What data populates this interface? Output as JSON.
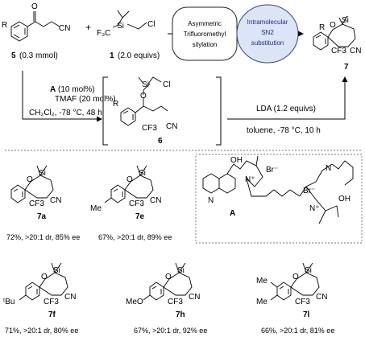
{
  "scheme": {
    "reactant_ketone": {
      "substituent": "R",
      "group": "CN",
      "label": "5",
      "amount": "(0.3 mmol)"
    },
    "plus": "+",
    "reagent": {
      "group_left": "F₃C",
      "atom": "Si",
      "group_right": "Cl",
      "label": "1",
      "amount": "(2.0 equivs)"
    },
    "box_left": {
      "line1": "Asymmetric",
      "line2": "Trifluoromethyl",
      "line3": "silylation"
    },
    "box_right": {
      "line1": "Intramolecular",
      "line2": "SN2",
      "line3": "substitution"
    },
    "product": {
      "label": "7",
      "substituent": "R",
      "cf3": "CF3",
      "cn": "CN",
      "o": "O",
      "si": "Si"
    },
    "conditions_step1": {
      "catalyst_label": "A",
      "catalyst_rest": " (10 mol%)",
      "line2": "TMAF (20 mol%)",
      "line3": "CH₂Cl₂, -78 °C, 48 h"
    },
    "intermediate": {
      "label": "6",
      "substituent": "R",
      "o": "O",
      "si": "Si",
      "cl": "Cl",
      "cf3": "CF3",
      "cn": "CN"
    },
    "conditions_step2": {
      "line1": "LDA (1.2 equivs)",
      "line2": "toluene, -78 °C, 10 h"
    }
  },
  "products": [
    {
      "label": "7a",
      "aryl": "phenyl",
      "yield": "72%, >20:1 dr, 85% ee"
    },
    {
      "label": "7e",
      "aryl": "4-methylphenyl",
      "substituent": "Me",
      "yield": "67%, >20:1 dr, 89% ee"
    },
    {
      "label": "7f",
      "aryl": "4-tert-butylphenyl",
      "substituent": "ᵗBu",
      "yield": "71%, >20:1 dr, 80% ee"
    },
    {
      "label": "7h",
      "aryl": "4-methoxyphenyl",
      "substituent": "MeO",
      "yield": "67%, >20:1 dr, 92% ee"
    },
    {
      "label": "7l",
      "aryl": "3,4-dimethylphenyl",
      "substituent": "Me",
      "substituent2": "Me",
      "yield": "66%, >20:1 dr, 81% ee"
    }
  ],
  "catalyst": {
    "label": "A",
    "oh": "OH",
    "br": "Br⁻",
    "n": "N",
    "nplus": "N⁺"
  },
  "ring_atoms": {
    "o": "O",
    "si": "Si",
    "cf3": "CF3",
    "cn": "CN",
    "star": "*"
  }
}
